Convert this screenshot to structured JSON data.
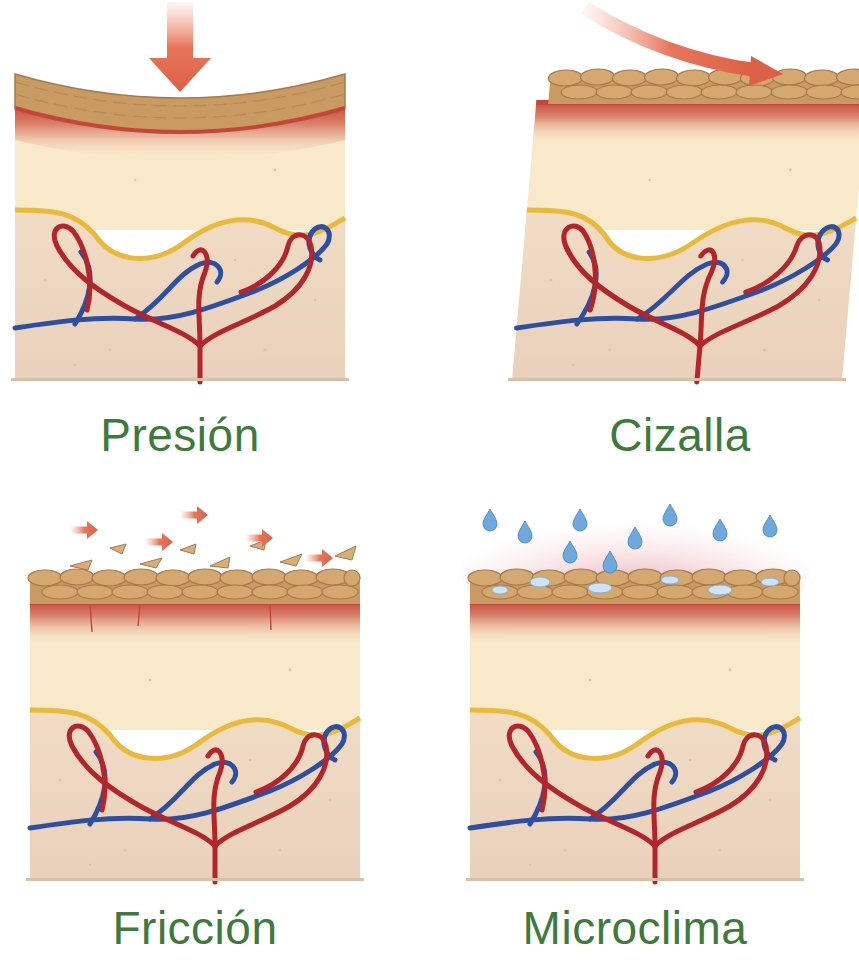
{
  "diagram": {
    "labels": [
      "Presión",
      "Cizalla",
      "Fricción",
      "Microclima"
    ]
  }
}
